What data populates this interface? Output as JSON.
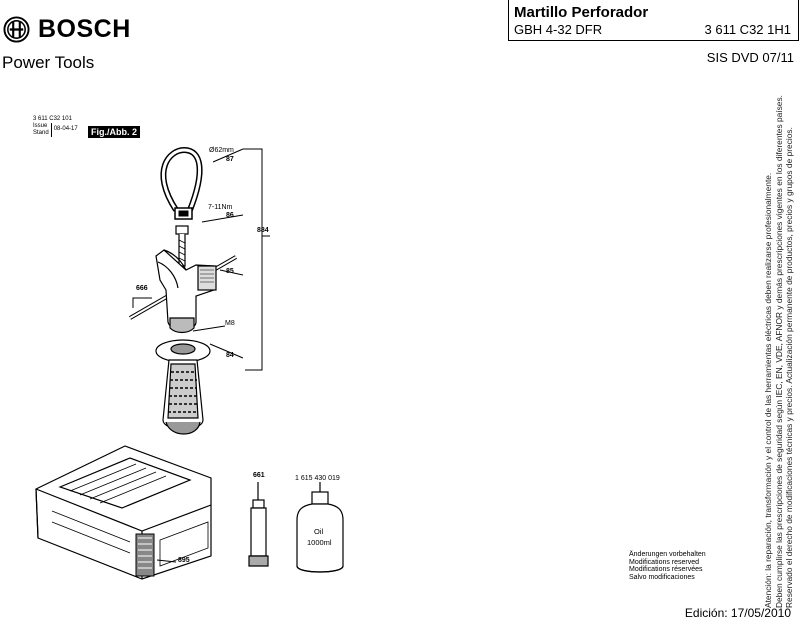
{
  "brand": {
    "name": "BOSCH",
    "subtitle": "Power Tools"
  },
  "title_block": {
    "title": "Martillo Perforador",
    "model": "GBH 4-32 DFR",
    "part_number": "3 611 C32 1H1"
  },
  "sis": "SIS DVD 07/11",
  "figure_meta": {
    "part_number": "3 611 C32 101",
    "issue_label": "Issue",
    "stand_label": "Stand",
    "date": "08-04-17",
    "fig_label": "Fig./Abb. 2"
  },
  "labels": {
    "p87": "87",
    "d62": "Ø62mm",
    "p86": "86",
    "torque": "7-11Nm",
    "p884": "884",
    "p85": "85",
    "p666": "666",
    "m8": "M8",
    "p84": "84",
    "p661": "661",
    "oil_part": "1 615 430 019",
    "oil_line1": "Oil",
    "oil_line2": "1000ml",
    "p895": "895"
  },
  "modifications": [
    "Änderungen vorbehalten",
    "Modifications reserved",
    "Modifications réservées",
    "Salvo modificaciones"
  ],
  "side_note": [
    "Atención: la reparación, transformación y el control de las herramientas eléctricas deben realizarse profesionalmente.",
    "Deben cumplirse las prescripciones de seguridad según IEC, EN, VDE, AFNOR y demás prescripciones vigentes en los diferentes países.",
    "Reservado el derecho de modificaciones técnicas y precios. Actualización permanente de productos, precios y grupos de precios."
  ],
  "edition": "Edición: 17/05/2010"
}
